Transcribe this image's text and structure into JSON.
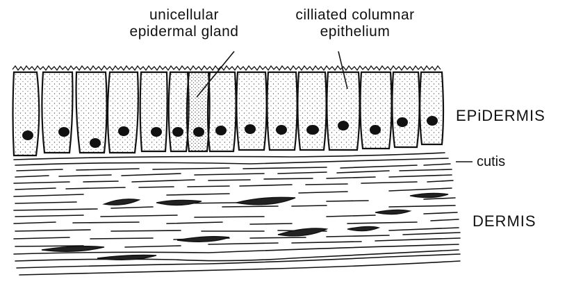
{
  "labels": {
    "gland_line1": "unicellular",
    "gland_line2": "epidermal gland",
    "epithelium_line1": "cilliated columnar",
    "epithelium_line2": "epithelium",
    "epidermis": "EPiDERMIS",
    "cutis": "cutis",
    "dermis": "DERMIS"
  },
  "colors": {
    "ink": "#111111",
    "stipple": "#555555",
    "background": "#ffffff"
  }
}
